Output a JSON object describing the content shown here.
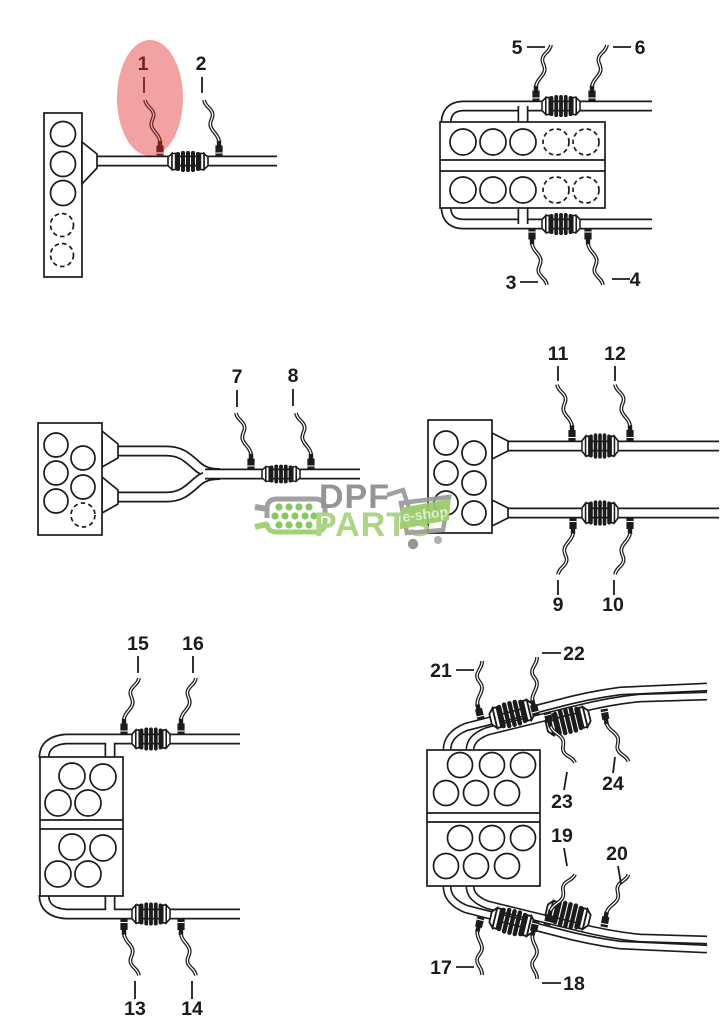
{
  "page": {
    "background": "#ffffff",
    "line_color": "#1b1b1b"
  },
  "highlight": {
    "fill": "#f2a2a2",
    "part_color": "#7b2020"
  },
  "watermark": {
    "brand_top": "DPF",
    "brand_bottom": "PARTS",
    "badge_label": "e-shop",
    "text_gray": "#8d8d8d",
    "text_green": "#a6d37c",
    "dot_green": "#7fc356",
    "badge_green": "#98cb68"
  },
  "diagrams": [
    {
      "name": "inline-4cyl-single-cat",
      "callouts": [
        {
          "text": "1",
          "highlighted": true
        },
        {
          "text": "2",
          "highlighted": false
        }
      ]
    },
    {
      "name": "v10-dual-bank",
      "callouts": [
        {
          "text": "5"
        },
        {
          "text": "6"
        },
        {
          "text": "3"
        },
        {
          "text": "4"
        }
      ]
    },
    {
      "name": "v6-y-pipe-single-cat",
      "callouts": [
        {
          "text": "7"
        },
        {
          "text": "8"
        }
      ]
    },
    {
      "name": "v6-dual-pipe",
      "callouts": [
        {
          "text": "11"
        },
        {
          "text": "12"
        },
        {
          "text": "9"
        },
        {
          "text": "10"
        }
      ]
    },
    {
      "name": "v8-dual-bank",
      "callouts": [
        {
          "text": "15"
        },
        {
          "text": "16"
        },
        {
          "text": "13"
        },
        {
          "text": "14"
        }
      ]
    },
    {
      "name": "v12-quad-cat",
      "callouts": [
        {
          "text": "21"
        },
        {
          "text": "22"
        },
        {
          "text": "23"
        },
        {
          "text": "24"
        },
        {
          "text": "19"
        },
        {
          "text": "20"
        },
        {
          "text": "17"
        },
        {
          "text": "18"
        }
      ]
    }
  ]
}
